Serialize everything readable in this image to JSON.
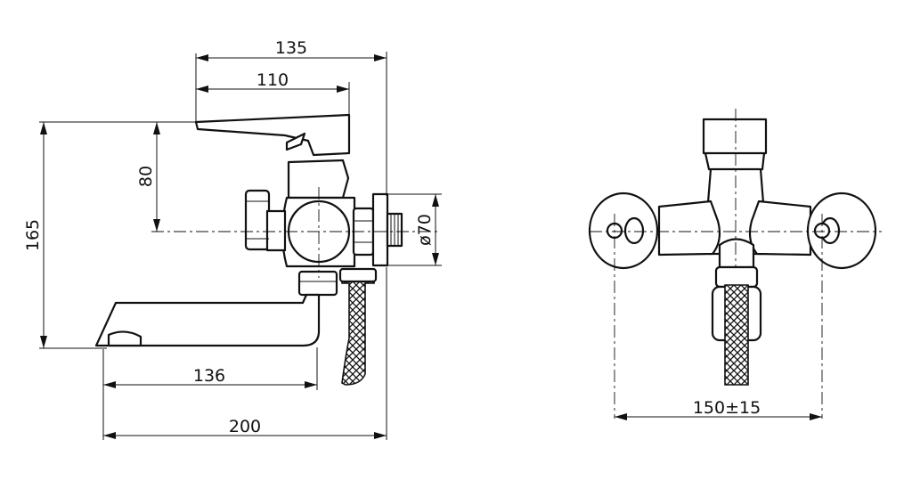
{
  "dimensions": {
    "overall_width_top": "135",
    "lever_to_axis": "110",
    "lever_height": "80",
    "total_height": "165",
    "eccentric_diameter": "ø70",
    "spout_reach": "136",
    "overall_width_bottom": "200",
    "inlet_spacing": "150±15"
  }
}
